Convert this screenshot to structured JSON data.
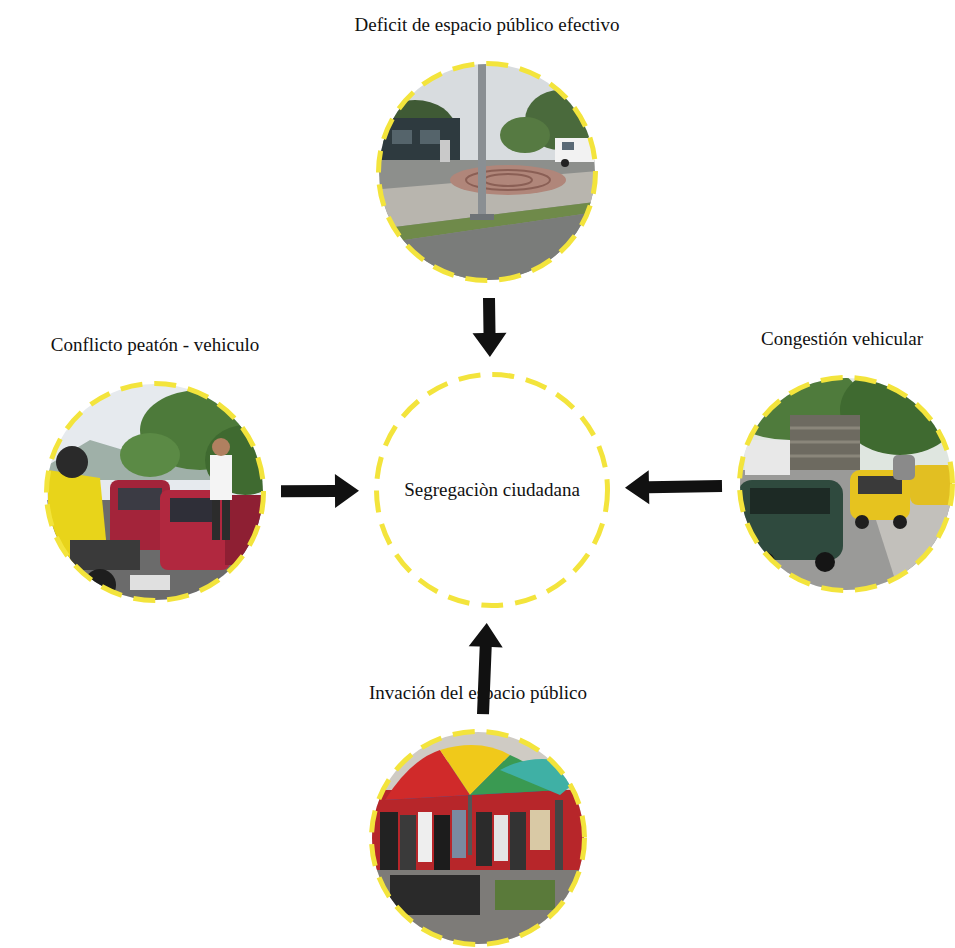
{
  "diagram": {
    "nodes": [
      {
        "text": [
          "Deficit de espacio público efectivo"
        ]
      },
      {
        "text": [
          "Conflicto peatón - vehiculo"
        ]
      },
      {
        "text": [
          "Segregaciòn ciudadana"
        ]
      },
      {
        "text": [
          "Congestión vehicular"
        ]
      },
      {
        "text": [
          "Invación del espacio público"
        ]
      }
    ],
    "edges": [
      {
        "from": 0,
        "to": 2,
        "arrow": "to"
      },
      {
        "from": 1,
        "to": 2,
        "arrow": "to"
      },
      {
        "from": 3,
        "to": 2,
        "arrow": "to"
      },
      {
        "from": 4,
        "to": 2,
        "arrow": "to"
      }
    ]
  }
}
